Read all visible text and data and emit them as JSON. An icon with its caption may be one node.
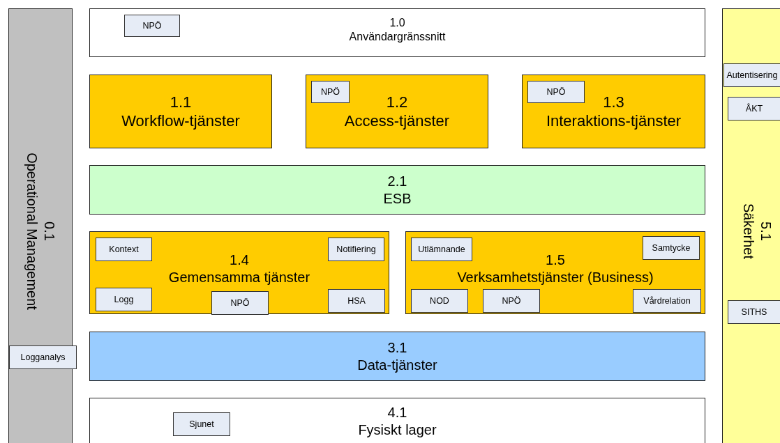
{
  "diagram": {
    "nodes": [
      {
        "text": [
          "0.1",
          "Operational Management"
        ]
      },
      {
        "text": [
          "1.0",
          "Användargränssnitt"
        ]
      },
      {
        "text": [
          "NPÖ"
        ],
        "in": 1
      },
      {
        "text": [
          "1.1",
          "Workflow-tjänster"
        ]
      },
      {
        "text": [
          "1.2",
          "Access-tjänster"
        ]
      },
      {
        "text": [
          "NPÖ"
        ],
        "in": 4
      },
      {
        "text": [
          "1.3",
          "Interaktions-tjänster"
        ]
      },
      {
        "text": [
          "NPÖ"
        ],
        "in": 6
      },
      {
        "text": [
          "2.1",
          "ESB"
        ]
      },
      {
        "text": [
          "1.4",
          "Gemensamma tjänster"
        ]
      },
      {
        "text": [
          "Kontext"
        ],
        "in": 9
      },
      {
        "text": [
          "Notifiering"
        ],
        "in": 9
      },
      {
        "text": [
          "Logg"
        ],
        "in": 9
      },
      {
        "text": [
          "NPÖ"
        ],
        "in": 9
      },
      {
        "text": [
          "HSA"
        ],
        "in": 9
      },
      {
        "text": [
          "1.5",
          "Verksamhetstjänster (Business)"
        ]
      },
      {
        "text": [
          "Utlämnande"
        ],
        "in": 15
      },
      {
        "text": [
          "Samtycke"
        ],
        "in": 15
      },
      {
        "text": [
          "NOD"
        ],
        "in": 15
      },
      {
        "text": [
          "NPÖ"
        ],
        "in": 15
      },
      {
        "text": [
          "Vårdrelation"
        ],
        "in": 15
      },
      {
        "text": [
          "3.1",
          "Data-tjänster"
        ]
      },
      {
        "text": [
          "Logganalys"
        ],
        "in": 0
      },
      {
        "text": [
          "4.1",
          "Fysiskt lager"
        ]
      },
      {
        "text": [
          "Sjunet"
        ],
        "in": 23
      },
      {
        "text": [
          "5.1",
          "Säkerhet"
        ]
      },
      {
        "text": [
          "Autentisering"
        ],
        "in": 25
      },
      {
        "text": [
          "ÅKT"
        ],
        "in": 25
      },
      {
        "text": [
          "SITHS"
        ],
        "in": 25
      }
    ]
  }
}
